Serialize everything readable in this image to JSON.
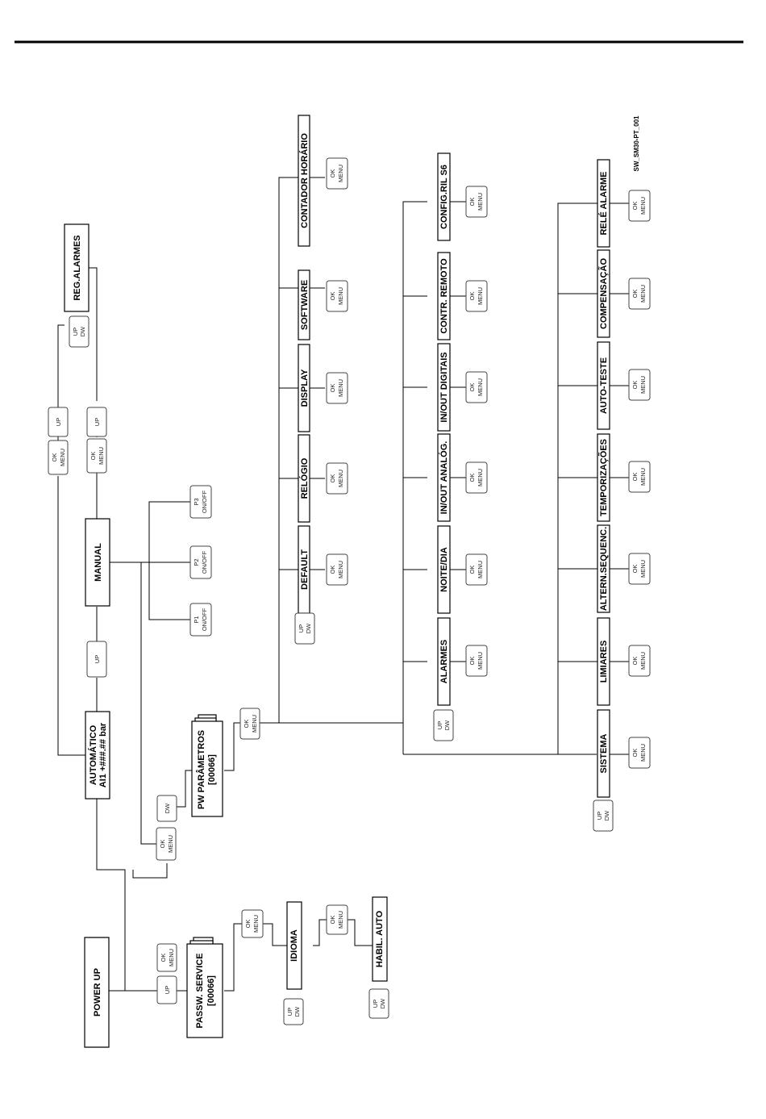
{
  "doc_code": "SW_SM30-PT_001",
  "nodes": {
    "power_up": "POWER UP",
    "passw_service": [
      "PASSW. SERVICE",
      "[00066]"
    ],
    "idioma": "IDIOMA",
    "habil_auto": "HABIL. AUTO",
    "automatico": [
      "AUTOMÁTICO",
      "AI1 +###.## bar"
    ],
    "manual": "MANUAL",
    "reg_alarmes": "REG.ALARMES",
    "pw_parametros": [
      "PW PARÂMETROS",
      "[00066]"
    ],
    "default": "DEFAULT",
    "relogio": "RELÓGIO",
    "display": "DISPLAY",
    "software": "SOFTWARE",
    "contador_horario": "CONTADOR HORÁRIO",
    "alarmes": "ALARMES",
    "noite_dia": "NOITE/DIA",
    "inout_analog": "IN/OUT ANALÓG.",
    "inout_digitais": "IN/OUT DIGITAIS",
    "contr_remoto": "CONTR. REMOTO",
    "config_rels6": "CONFIG.RIL S6",
    "sistema": "SISTEMA",
    "limiares": "LIMIARES",
    "altern_sequenc": "ALTERN.SEQUENC.",
    "temporizacoes": "TEMPORIZAÇÕES",
    "auto_teste": "AUTO-TESTE",
    "compensacao": "COMPENSAÇÃO",
    "rele_alarme": "RELÉ ALARME"
  },
  "keys": {
    "ok_menu": [
      "OK",
      "MENU"
    ],
    "up": "UP",
    "dw": "DW",
    "up_dw": [
      "UP",
      "DW"
    ],
    "p1": [
      "P1",
      "ON/OFF"
    ],
    "p2": [
      "P2",
      "ON/OFF"
    ],
    "p3": [
      "P3",
      "ON/OFF"
    ]
  }
}
